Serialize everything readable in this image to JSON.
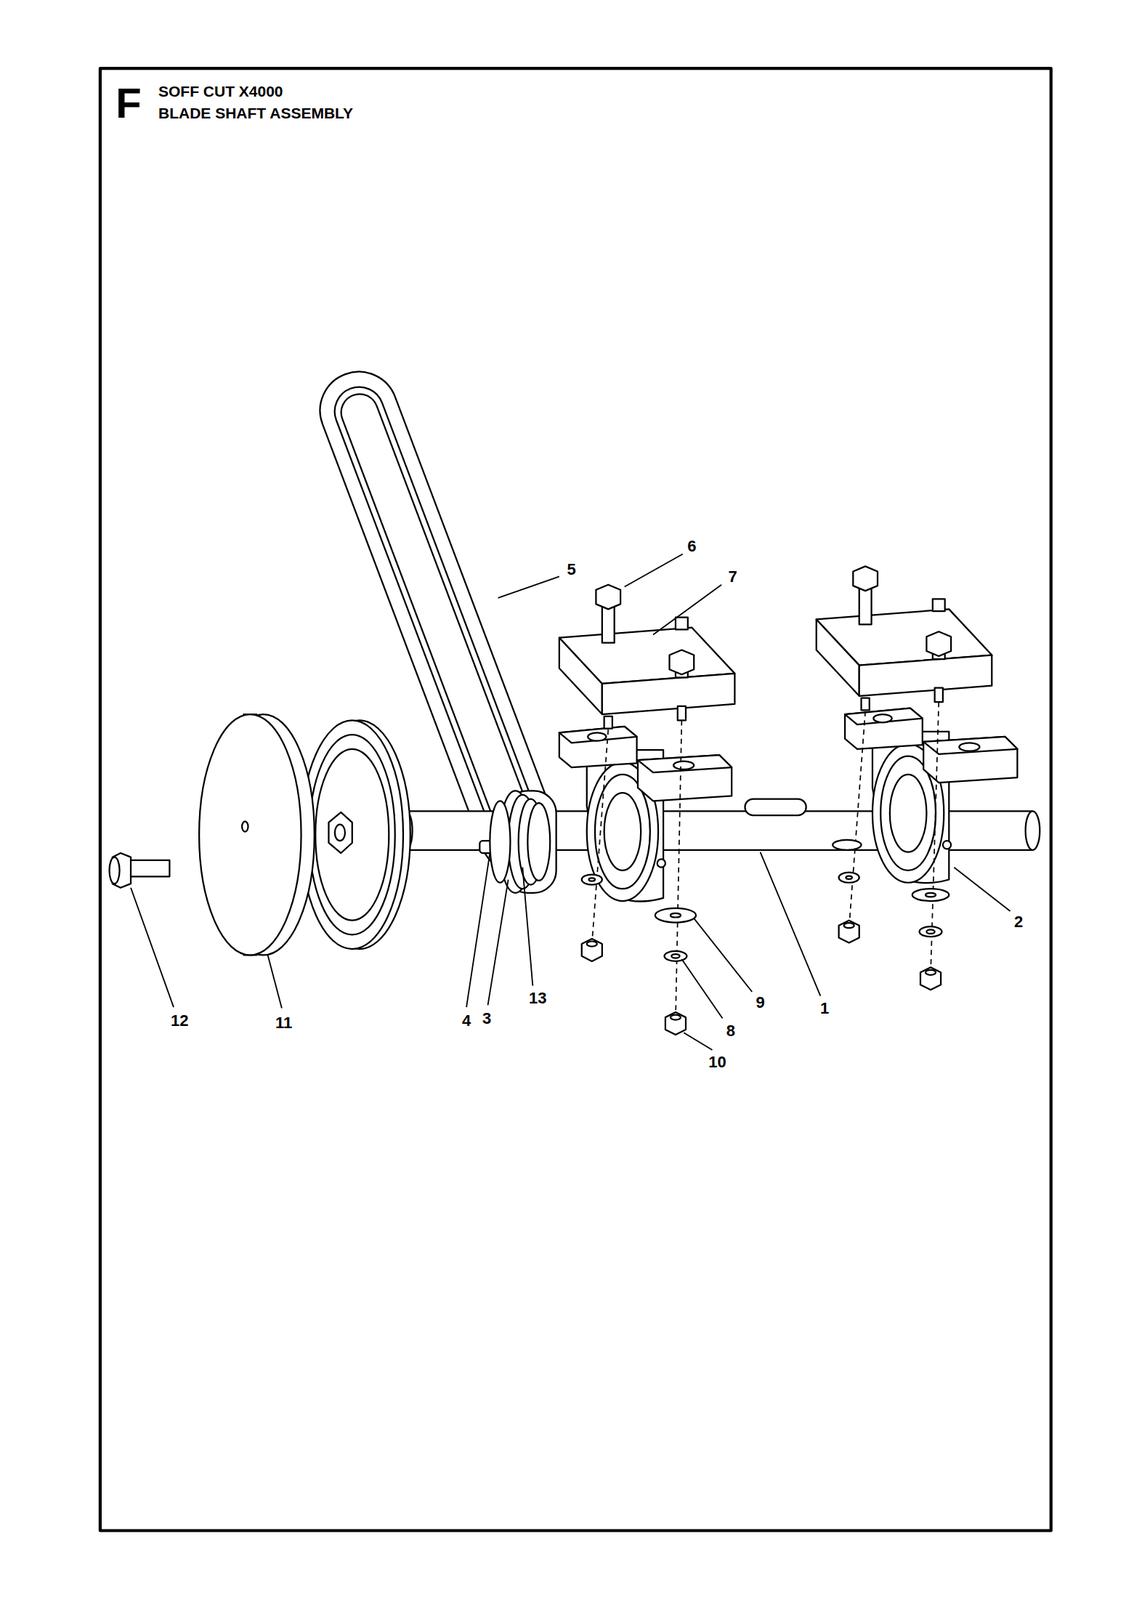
{
  "diagram": {
    "title": "SOFF CUT X4000 BLADE SHAFT ASSEMBLY",
    "labels": [
      "F",
      "6",
      "7",
      "5",
      "2",
      "13",
      "9",
      "1",
      "12",
      "11",
      "4",
      "3",
      "8",
      "10"
    ]
  }
}
